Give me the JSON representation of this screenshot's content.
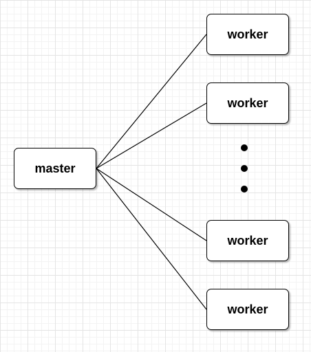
{
  "diagram": {
    "master": {
      "label": "master"
    },
    "workers": [
      {
        "label": "worker"
      },
      {
        "label": "worker"
      },
      {
        "label": "worker"
      },
      {
        "label": "worker"
      }
    ],
    "colors": {
      "stroke": "#000000",
      "fill": "#ffffff",
      "grid": "#e4e4e4"
    }
  }
}
